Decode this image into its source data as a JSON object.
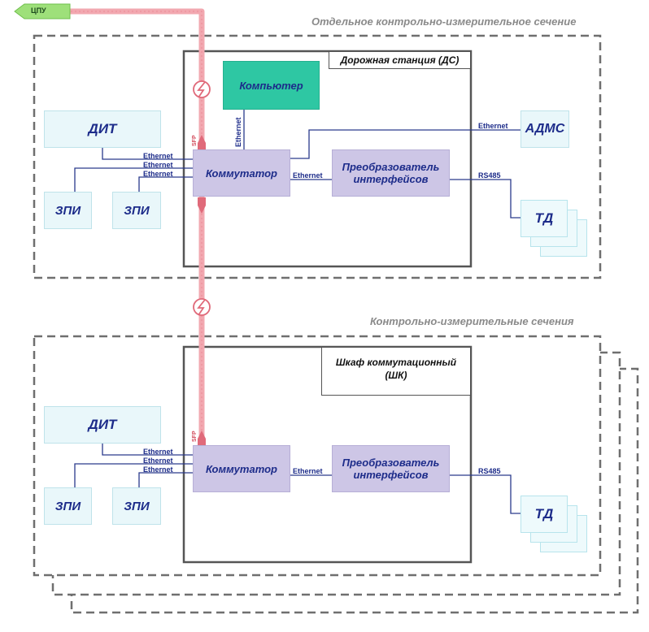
{
  "cpu_label": "ЦПУ",
  "section1_title": "Отдельное контрольно-измерительное сечение",
  "section2_title": "Контрольно-измерительные сечения",
  "station_title": "Дорожная станция (ДС)",
  "cabinet_title_line1": "Шкаф коммутационный",
  "cabinet_title_line2": "(ШК)",
  "computer": "Компьютер",
  "dit": "ДИТ",
  "zpi": "ЗПИ",
  "switch": "Коммутатор",
  "converter_line1": "Преобразователь",
  "converter_line2": "интерфейсов",
  "adms": "АДМС",
  "td": "ТД",
  "ethernet": "Ethernet",
  "rs485": "RS485",
  "sfp": "SFP",
  "colors": {
    "fiber": "#f2a8b0",
    "fiber_dark": "#e06a7a",
    "box_lilac": "#cdc6e6",
    "box_teal": "#2ec7a3",
    "box_blue": "#e9f7fa",
    "text_navy": "#1d2c8a",
    "line_navy": "#2a3a8c",
    "dashed_gray": "#6f6f6f",
    "cpu_tag": "#9ee07a"
  }
}
